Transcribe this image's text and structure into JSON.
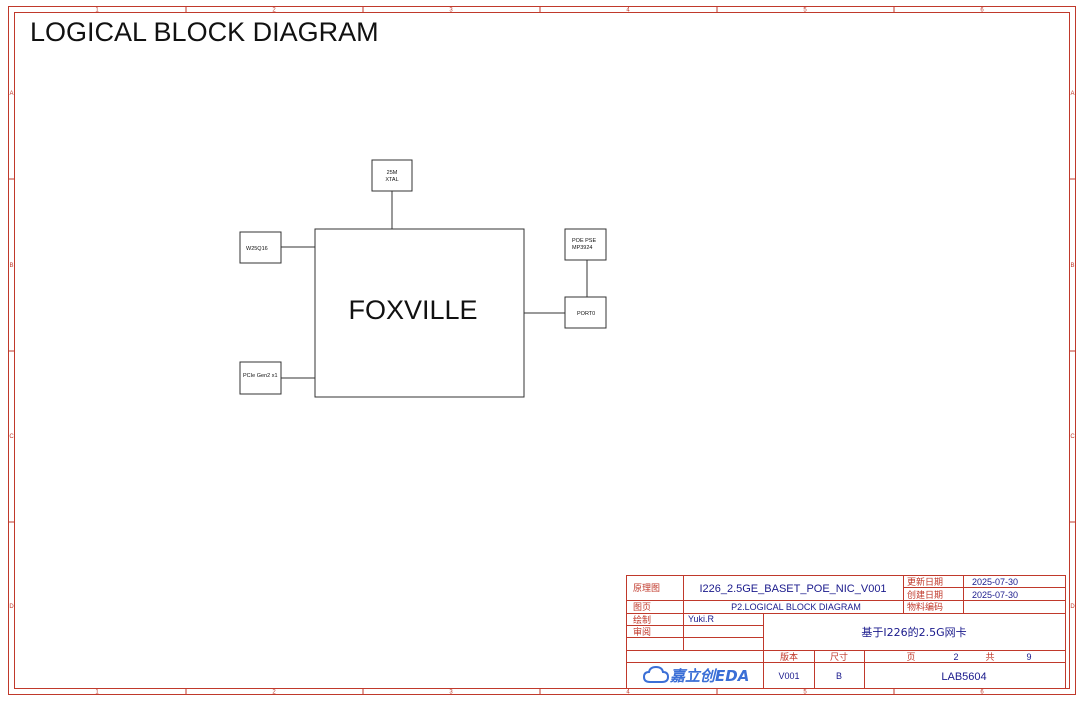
{
  "page_title": "LOGICAL BLOCK DIAGRAM",
  "zones": {
    "columns": [
      "1",
      "2",
      "3",
      "4",
      "5",
      "6"
    ],
    "rows": [
      "A",
      "B",
      "C",
      "D"
    ]
  },
  "blocks": {
    "main_chip": "FOXVILLE",
    "xtal_line1": "25M",
    "xtal_line2": "XTAL",
    "flash": "W25Q16",
    "pcie": "PCIe Gen2 x1",
    "poe_line1": "POE PSE",
    "poe_line2": "MP3924",
    "port": "PORT0"
  },
  "title_block": {
    "schematic_label": "原理图",
    "schematic_value": "I226_2.5GE_BASET_POE_NIC_V001",
    "update_date_label": "更新日期",
    "update_date_value": "2025-07-30",
    "create_date_label": "创建日期",
    "create_date_value": "2025-07-30",
    "sheet_label": "图页",
    "sheet_value": "P2.LOGICAL BLOCK DIAGRAM",
    "part_no_label": "物料编码",
    "part_no_value": "",
    "drawn_label": "绘制",
    "drawn_value": "Yuki.R",
    "review_label": "审阅",
    "review_value": "",
    "description": "基于I226的2.5G网卡",
    "version_label": "版本",
    "size_label": "尺寸",
    "page_label": "页",
    "page_value": "2",
    "total_label": "共",
    "total_value": "9",
    "logo_text": "嘉立创EDA",
    "version_value": "V001",
    "size_value": "B",
    "project_code": "LAB5604"
  },
  "colors": {
    "frame": "#c0392b",
    "title_value": "#1a1a8c",
    "logo": "#3b6fd6"
  }
}
